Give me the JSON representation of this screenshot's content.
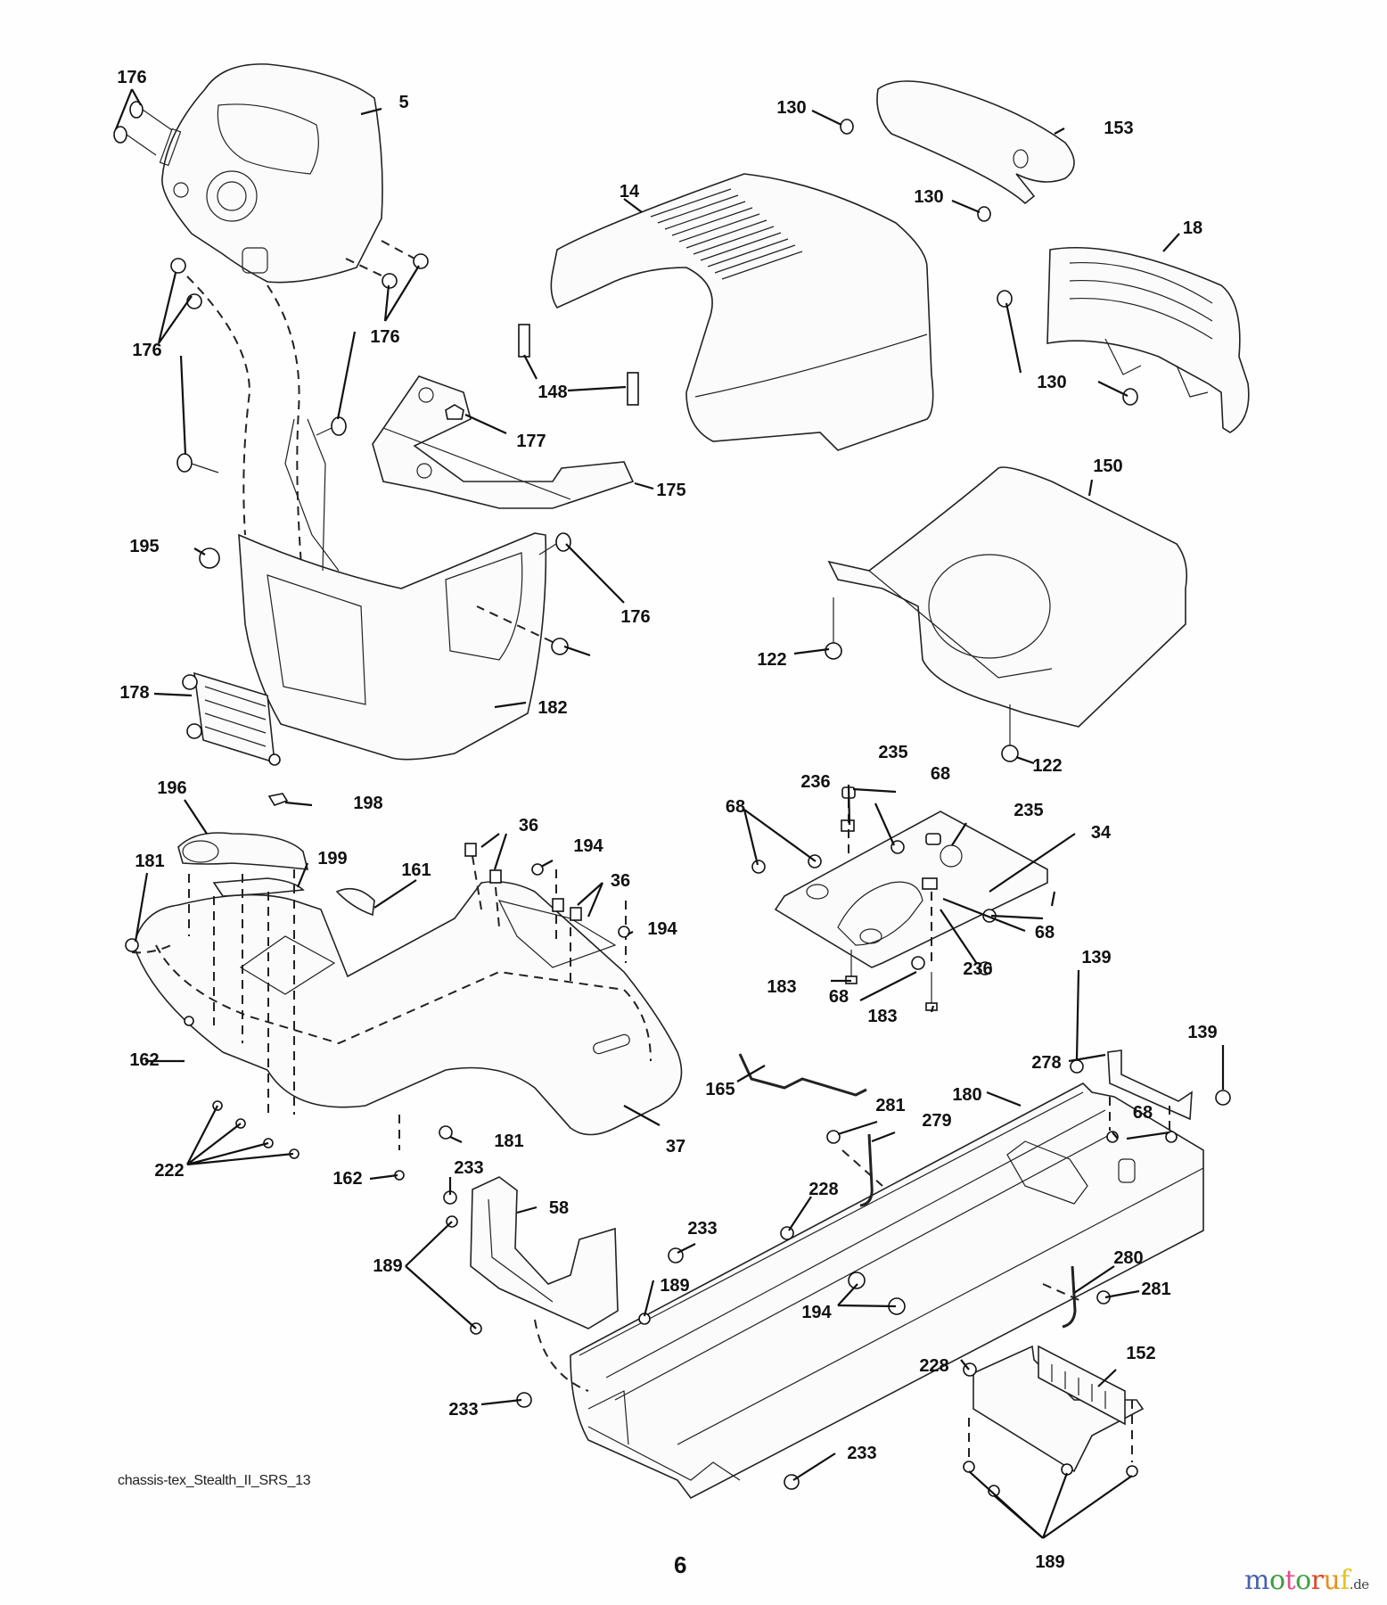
{
  "diagram": {
    "title_code": "chassis-tex_Stealth_II_SRS_13",
    "page_number": "6",
    "watermark": {
      "letters": [
        {
          "ch": "m",
          "color": "#4a62ae"
        },
        {
          "ch": "o",
          "color": "#3f9a3f"
        },
        {
          "ch": "t",
          "color": "#e0508c"
        },
        {
          "ch": "o",
          "color": "#45a045"
        },
        {
          "ch": "r",
          "color": "#d8482a"
        },
        {
          "ch": "u",
          "color": "#e88f1e"
        },
        {
          "ch": "f",
          "color": "#e6c21e"
        }
      ],
      "tld": ".de"
    }
  },
  "callouts": [
    {
      "id": "c1",
      "label": "176",
      "part": "screw"
    },
    {
      "id": "c2",
      "label": "5",
      "part": "dash-panel"
    },
    {
      "id": "c3",
      "label": "176",
      "part": "screw"
    },
    {
      "id": "c4",
      "label": "176",
      "part": "screw"
    },
    {
      "id": "c5",
      "label": "176",
      "part": "screw"
    },
    {
      "id": "c6",
      "label": "195",
      "part": "plug"
    },
    {
      "id": "c7",
      "label": "176",
      "part": "screw"
    },
    {
      "id": "c8",
      "label": "178",
      "part": "grille"
    },
    {
      "id": "c9",
      "label": "182",
      "part": "lower-dash"
    },
    {
      "id": "c10",
      "label": "14",
      "part": "hood"
    },
    {
      "id": "c11",
      "label": "148",
      "part": "bumper-pad"
    },
    {
      "id": "c12",
      "label": "177",
      "part": "nut"
    },
    {
      "id": "c13",
      "label": "175",
      "part": "dash-bracket"
    },
    {
      "id": "c14",
      "label": "130",
      "part": "screw"
    },
    {
      "id": "c15",
      "label": "153",
      "part": "headlight-lens"
    },
    {
      "id": "c16",
      "label": "130",
      "part": "screw"
    },
    {
      "id": "c17",
      "label": "18",
      "part": "front-grille"
    },
    {
      "id": "c18",
      "label": "130",
      "part": "screw"
    },
    {
      "id": "c19",
      "label": "150",
      "part": "hood-liner"
    },
    {
      "id": "c20",
      "label": "122",
      "part": "screw"
    },
    {
      "id": "c21",
      "label": "122",
      "part": "screw"
    },
    {
      "id": "c22",
      "label": "196",
      "part": "fuel-cap-surround"
    },
    {
      "id": "c23",
      "label": "198",
      "part": "clip"
    },
    {
      "id": "c24",
      "label": "181",
      "part": "push-rivet"
    },
    {
      "id": "c25",
      "label": "199",
      "part": "plate"
    },
    {
      "id": "c26",
      "label": "161",
      "part": "grommet"
    },
    {
      "id": "c27",
      "label": "36",
      "part": "bolt"
    },
    {
      "id": "c28",
      "label": "194",
      "part": "nut"
    },
    {
      "id": "c29",
      "label": "36",
      "part": "bolt"
    },
    {
      "id": "c30",
      "label": "194",
      "part": "nut"
    },
    {
      "id": "c31",
      "label": "162",
      "part": "screw"
    },
    {
      "id": "c32",
      "label": "222",
      "part": "screw"
    },
    {
      "id": "c33",
      "label": "162",
      "part": "screw"
    },
    {
      "id": "c34",
      "label": "181",
      "part": "push-rivet"
    },
    {
      "id": "c35",
      "label": "37",
      "part": "fender"
    },
    {
      "id": "c36",
      "label": "235",
      "part": "spacer"
    },
    {
      "id": "c37",
      "label": "68",
      "part": "bolt"
    },
    {
      "id": "c38",
      "label": "236",
      "part": "nut"
    },
    {
      "id": "c39",
      "label": "68",
      "part": "bolt"
    },
    {
      "id": "c40",
      "label": "235",
      "part": "spacer"
    },
    {
      "id": "c41",
      "label": "34",
      "part": "engine-plate"
    },
    {
      "id": "c42",
      "label": "68",
      "part": "bolt"
    },
    {
      "id": "c43",
      "label": "236",
      "part": "nut"
    },
    {
      "id": "c44",
      "label": "183",
      "part": "bolt"
    },
    {
      "id": "c45",
      "label": "68",
      "part": "bolt"
    },
    {
      "id": "c46",
      "label": "183",
      "part": "bolt"
    },
    {
      "id": "c47",
      "label": "139",
      "part": "bolt"
    },
    {
      "id": "c48",
      "label": "278",
      "part": "bracket"
    },
    {
      "id": "c49",
      "label": "139",
      "part": "bolt"
    },
    {
      "id": "c50",
      "label": "165",
      "part": "rod"
    },
    {
      "id": "c51",
      "label": "180",
      "part": "frame"
    },
    {
      "id": "c52",
      "label": "281",
      "part": "bolt"
    },
    {
      "id": "c53",
      "label": "279",
      "part": "hook"
    },
    {
      "id": "c54",
      "label": "68",
      "part": "bolt"
    },
    {
      "id": "c55",
      "label": "228",
      "part": "bolt"
    },
    {
      "id": "c56",
      "label": "233",
      "part": "bolt"
    },
    {
      "id": "c57",
      "label": "58",
      "part": "front-bracket"
    },
    {
      "id": "c58",
      "label": "189",
      "part": "screw"
    },
    {
      "id": "c59",
      "label": "233",
      "part": "bolt"
    },
    {
      "id": "c60",
      "label": "189",
      "part": "screw"
    },
    {
      "id": "c61",
      "label": "194",
      "part": "nut"
    },
    {
      "id": "c62",
      "label": "280",
      "part": "hook"
    },
    {
      "id": "c63",
      "label": "281",
      "part": "bolt"
    },
    {
      "id": "c64",
      "label": "228",
      "part": "bolt"
    },
    {
      "id": "c65",
      "label": "152",
      "part": "battery-tray"
    },
    {
      "id": "c66",
      "label": "233",
      "part": "bolt"
    },
    {
      "id": "c67",
      "label": "233",
      "part": "bolt"
    },
    {
      "id": "c68",
      "label": "189",
      "part": "screw"
    }
  ]
}
